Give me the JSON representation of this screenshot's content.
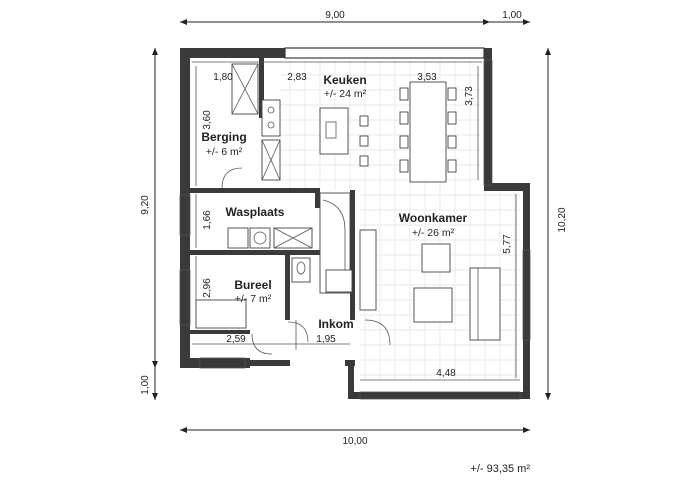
{
  "rooms": {
    "keuken": {
      "name": "Keuken",
      "area": "+/- 24 m²"
    },
    "berging": {
      "name": "Berging",
      "area": "+/- 6 m²"
    },
    "wasplaats": {
      "name": "Wasplaats"
    },
    "woonkamer": {
      "name": "Woonkamer",
      "area": "+/- 26 m²"
    },
    "bureel": {
      "name": "Bureel",
      "area": "+/- 7 m²"
    },
    "inkom": {
      "name": "Inkom"
    }
  },
  "dimensions": {
    "top_main": "9,00",
    "top_extra": "1,00",
    "bottom_total": "10,00",
    "left_main": "9,20",
    "left_extra": "1,00",
    "right_total": "10,20",
    "berging_width": "1,80",
    "keuken_width": "2,83",
    "keuken_table": "3,53",
    "keuken_depth": "3,73",
    "berging_height": "3,60",
    "wasplaats_height": "1,66",
    "bureel_height": "2,96",
    "bureel_width": "2,59",
    "inkom_width": "1,95",
    "woonkamer_width": "4,48",
    "woonkamer_depth": "5,77"
  },
  "total_area": "+/- 93,35 m²"
}
